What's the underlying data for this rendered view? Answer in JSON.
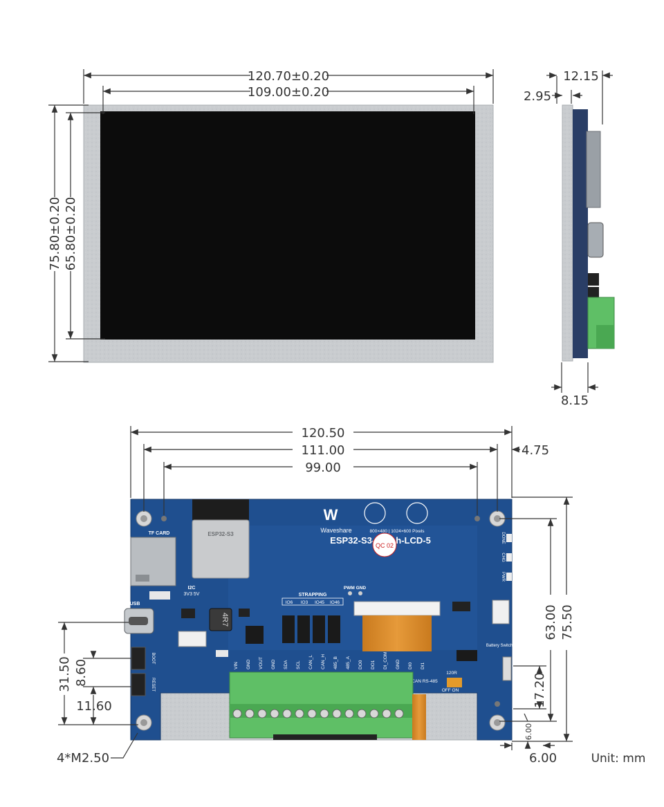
{
  "front_view": {
    "width_outer": "120.70±0.20",
    "width_display": "109.00±0.20",
    "height_outer": "75.80±0.20",
    "height_display": "65.80±0.20"
  },
  "side_view": {
    "depth_total": "12.15",
    "panel_thickness": "2.95",
    "depth_bottom": "8.15"
  },
  "back_view": {
    "width_board": "120.50",
    "hole_spacing_x": "111.00",
    "inner_spacing_x": "99.00",
    "hole_offset_right": "4.75",
    "height_board": "75.50",
    "hole_spacing_y": "63.00",
    "dim_31_50": "31.50",
    "dim_8_60": "8.60",
    "dim_11_60": "11.60",
    "dim_17_20": "17.20",
    "dim_6_00_v": "6.00",
    "dim_6_00_h": "6.00",
    "screw_label": "4*M2.50",
    "unit_label": "Unit: mm"
  },
  "board_silkscreen": {
    "brand": "Waveshare",
    "model": "ESP32-S3-Touch-LCD-5",
    "resolution": "800×480 | 1024×600 Pixels",
    "tf_card": "TF CARD",
    "usb": "USB",
    "i2c": "I2C",
    "i2c_pins": "3V3  5V",
    "strapping": "STRAPPING",
    "strap_pins": [
      "IO6",
      "IO3",
      "IO45",
      "IO46"
    ],
    "pwm_gnd": "PWM GND",
    "terminal_pins": [
      "VIN",
      "GND",
      "VOUT",
      "GND",
      "SDA",
      "SCL",
      "CAN_L",
      "CAN_H",
      "485_B",
      "485_A",
      "DO0",
      "DO1",
      "DI_COM",
      "GND",
      "DI0",
      "DI1"
    ],
    "can_rs485": "CAN RS-485",
    "r120": "120R",
    "off_on": "OFF    ON",
    "battery_switch": "Battery Switch",
    "side_labels": [
      "DONE",
      "CHG",
      "PWR"
    ],
    "boot": "BOOT",
    "reset": "RESET",
    "inductor": "4R7",
    "qc_sticker": "QC 02",
    "module_label": "ESP32-S3"
  },
  "colors": {
    "pcb": "#1f4f8f",
    "terminal": "#5fbf66",
    "panel_metal": "#c9cccf",
    "screen": "#0c0c0c"
  }
}
